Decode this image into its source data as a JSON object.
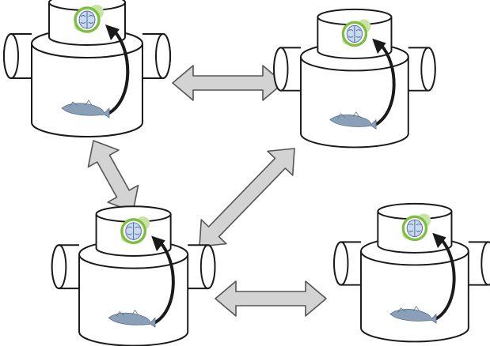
{
  "diagram": {
    "nodes": [
      {
        "id": "unit-top-left",
        "icon": "brain-icon",
        "specimen": "fish-icon"
      },
      {
        "id": "unit-top-right",
        "icon": "brain-icon",
        "specimen": "fish-icon"
      },
      {
        "id": "unit-bottom-left",
        "icon": "brain-icon",
        "specimen": "fish-icon"
      },
      {
        "id": "unit-bottom-right",
        "icon": "brain-icon",
        "specimen": "fish-icon"
      }
    ],
    "edges": [
      {
        "from": "unit-top-left",
        "to": "unit-top-right",
        "type": "bidirectional"
      },
      {
        "from": "unit-top-left",
        "to": "unit-bottom-left",
        "type": "bidirectional"
      },
      {
        "from": "unit-top-right",
        "to": "unit-bottom-left",
        "type": "bidirectional"
      },
      {
        "from": "unit-bottom-left",
        "to": "unit-bottom-right",
        "type": "bidirectional"
      }
    ],
    "colors": {
      "outline": "#1a1a1a",
      "arrow_fill": "#d3d3d3",
      "arrow_stroke": "#555555",
      "brain_fill": "#c9d9ef",
      "brain_ring": "#7fbf3f",
      "brain_glow": "#c8e3a4",
      "fish": "#8aa0b8"
    }
  }
}
